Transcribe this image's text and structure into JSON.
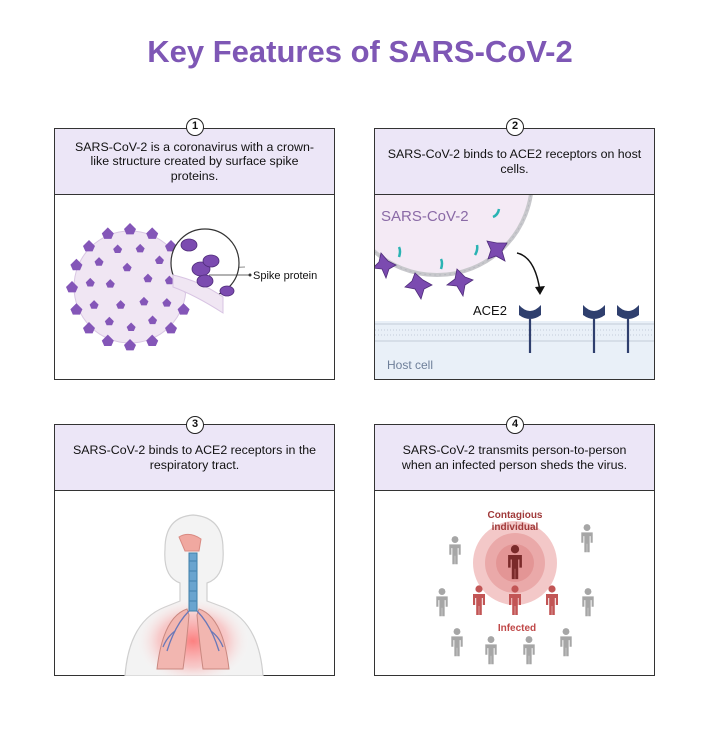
{
  "title": "Key Features of SARS-CoV-2",
  "panels": [
    {
      "number": "1",
      "caption": "SARS-CoV-2 is a coronavirus with a crown-like structure created by surface spike proteins.",
      "label": "Spike protein"
    },
    {
      "number": "2",
      "caption": "SARS-CoV-2 binds to ACE2 receptors on host cells.",
      "virus_label": "SARS-CoV-2",
      "receptor_label": "ACE2",
      "cell_label": "Host cell"
    },
    {
      "number": "3",
      "caption": "SARS-CoV-2 binds to ACE2 receptors in the respiratory tract."
    },
    {
      "number": "4",
      "caption": "SARS-CoV-2 transmits person-to-person when an infected person sheds the virus.",
      "contagious_label": "Contagious individual",
      "infected_label": "Infected"
    }
  ],
  "colors": {
    "title": "#7e57b5",
    "caption_bg": "#ece6f7",
    "spike": "#7b4bb0",
    "receptor": "#2f3f6e",
    "contagious": "#7a2a2a",
    "infected": "#c25555",
    "person": "#a6a6a6"
  }
}
